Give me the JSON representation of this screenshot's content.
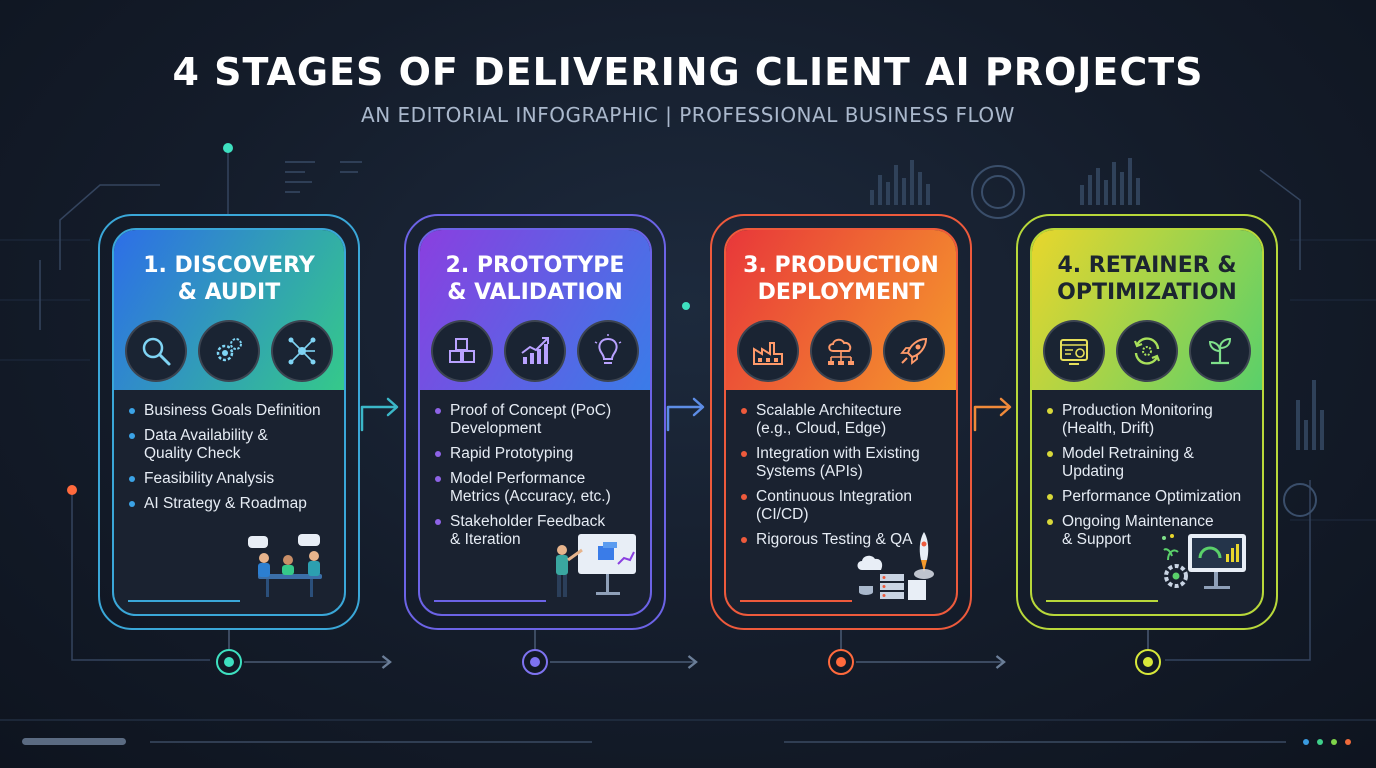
{
  "title": "4 STAGES OF DELIVERING CLIENT AI PROJECTS",
  "subtitle": "AN EDITORIAL INFOGRAPHIC | PROFESSIONAL BUSINESS FLOW",
  "stages": [
    {
      "title": "1. DISCOVERY\n& AUDIT",
      "colors": {
        "from": "#2d6ee8",
        "to": "#35c98a",
        "accent": "#3ba3e6"
      },
      "icons": [
        "magnifier-icon",
        "gears-icon",
        "network-icon"
      ],
      "bullets": [
        "Business Goals Definition",
        "Data Availability &\nQuality Check",
        "Feasibility Analysis",
        "AI Strategy & Roadmap"
      ]
    },
    {
      "title": "2. PROTOTYPE\n& VALIDATION",
      "colors": {
        "from": "#8a3fe0",
        "to": "#3a7ce8",
        "accent": "#8e63e6"
      },
      "icons": [
        "cubes-icon",
        "growth-chart-icon",
        "lightbulb-icon"
      ],
      "bullets": [
        "Proof of Concept (PoC)\nDevelopment",
        "Rapid Prototyping",
        "Model Performance\nMetrics (Accuracy, etc.)",
        "Stakeholder Feedback\n& Iteration"
      ]
    },
    {
      "title": "3. PRODUCTION\nDEPLOYMENT",
      "colors": {
        "from": "#e8373a",
        "to": "#f59a2c",
        "accent": "#ee5a3c"
      },
      "icons": [
        "factory-icon",
        "cloud-network-icon",
        "rocket-icon"
      ],
      "bullets": [
        "Scalable Architecture\n(e.g., Cloud, Edge)",
        "Integration with Existing\nSystems (APIs)",
        "Continuous Integration\n(CI/CD)",
        "Rigorous Testing & QA"
      ]
    },
    {
      "title": "4. RETAINER &\nOPTIMIZATION",
      "colors": {
        "from": "#e8d62c",
        "to": "#5ad06a",
        "accent": "#c6d83a"
      },
      "icons": [
        "monitor-dashboard-icon",
        "refresh-cycle-icon",
        "sprout-icon"
      ],
      "bullets": [
        "Production Monitoring\n(Health, Drift)",
        "Model Retraining &\nUpdating",
        "Performance Optimization",
        "Ongoing Maintenance\n& Support"
      ]
    }
  ]
}
